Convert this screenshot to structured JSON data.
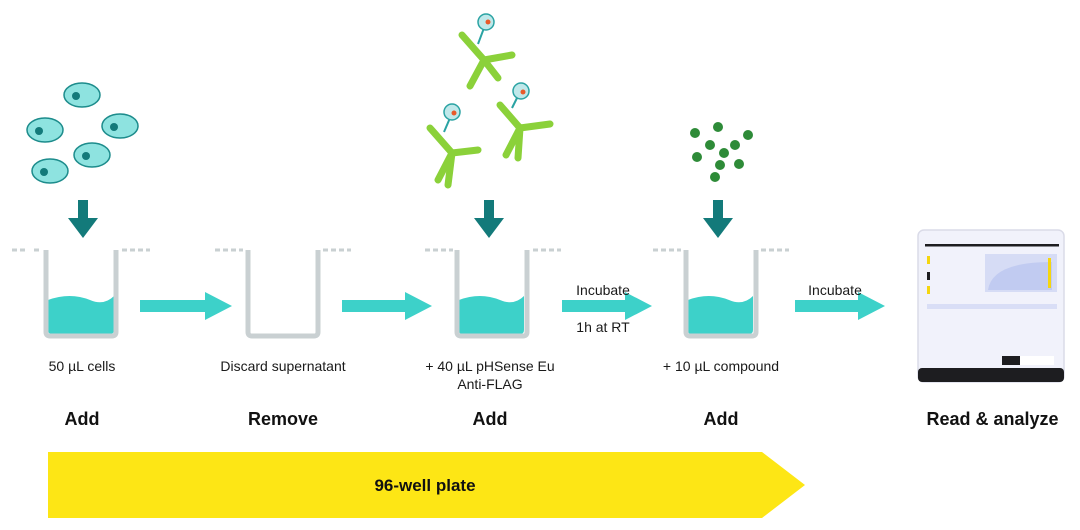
{
  "steps": [
    {
      "label": "50 µL cells",
      "action": "Add"
    },
    {
      "label": "Discard supernatant",
      "action": "Remove"
    },
    {
      "label": "+ 40 µL pHSense Eu\nAnti-FLAG",
      "action": "Add"
    },
    {
      "label": "+ 10 µL compound",
      "action": "Add"
    },
    {
      "label": "",
      "action": "Read & analyze"
    }
  ],
  "transitions": [
    {
      "top": "",
      "bottom": ""
    },
    {
      "top": "",
      "bottom": ""
    },
    {
      "top": "Incubate",
      "bottom": "1h at RT"
    },
    {
      "top": "Incubate",
      "bottom": ""
    }
  ],
  "banner": {
    "label": "96-well plate"
  },
  "colors": {
    "teal": "#3dd1c9",
    "dark_teal": "#137a7a",
    "wall": "#c9d0d2",
    "antibody": "#8bd13a",
    "compound": "#2e8b38",
    "banner": "#fde615",
    "cell_fill": "#8ee3e0"
  }
}
